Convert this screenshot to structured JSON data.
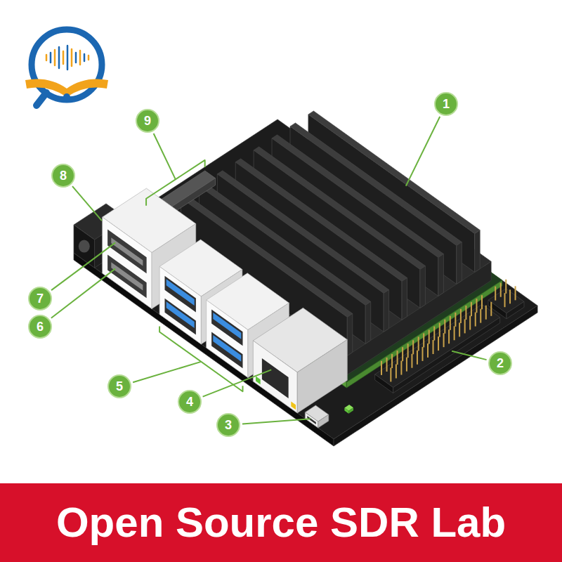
{
  "diagram": {
    "nodes": [
      {
        "text": [
          "Open Source SDR Lab"
        ]
      }
    ],
    "labels": [
      "1",
      "9",
      "8",
      "7",
      "6",
      "2",
      "5",
      "4",
      "3"
    ]
  }
}
